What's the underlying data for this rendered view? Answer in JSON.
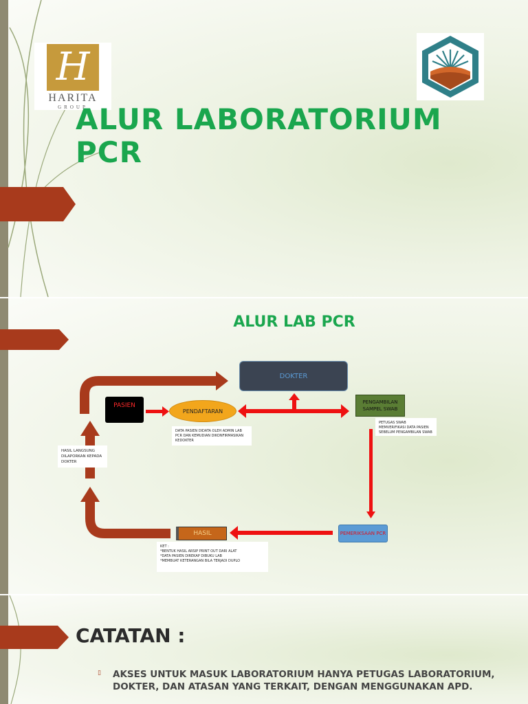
{
  "slide1": {
    "title": "ALUR LABORATORIUM PCR",
    "logo_left": {
      "initial": "H",
      "name": "HARITA",
      "sub": "GROUP"
    }
  },
  "slide2": {
    "title": "ALUR LAB PCR",
    "nodes": {
      "dokter": "DOKTER",
      "pasien": "PASIEN",
      "pendaftaran": "PENDAFTARAN",
      "pengambilan": "PENGAMBILAN SAMPEL SWAB",
      "pemeriksaan": "PEMERIKSAAN PCR",
      "hasil": "HASIL"
    },
    "notes": {
      "pendaftaran": "DATA PASIEN DIDATA OLEH ADMIN LAB PCR DAN KEMUDIAN DIKONFIRMASIKAN KEDOKTER",
      "petugas": "PETUGAS SWAB MEMVERIFIKASI DATA PASIEN SEBELUM PENGAMBILAN SWAB",
      "hasil_langsung": "HASIL LANGSUNG DILAPORKAN KEPADA DOKTER",
      "ket_title": "KET :",
      "ket_1": "*BENTUK HASIL ARSIP PRINT OUT DARI ALAT",
      "ket_2": "*DATA PASIEN DIREKAP DIBUKU LAB",
      "ket_3": "*MEMBUAT KETERANGAN BILA TERJADI DUPLO"
    },
    "colors": {
      "dokter": "#3b4452",
      "pasien": "#000000",
      "pendaftaran": "#f2a61c",
      "pengambilan": "#5a7d34",
      "pemeriksaan": "#5b9bd5",
      "hasil": "#c5661a",
      "arrow_red": "#ee1111",
      "arrow_maroon": "#a83a1c"
    }
  },
  "slide3": {
    "title": "CATATAN :",
    "bullet_glyph": "▯",
    "bullet_text": "AKSES UNTUK MASUK LABORATORIUM HANYA PETUGAS LABORATORIUM, DOKTER, DAN ATASAN YANG TERKAIT, DENGAN MENGGUNAKAN APD."
  }
}
